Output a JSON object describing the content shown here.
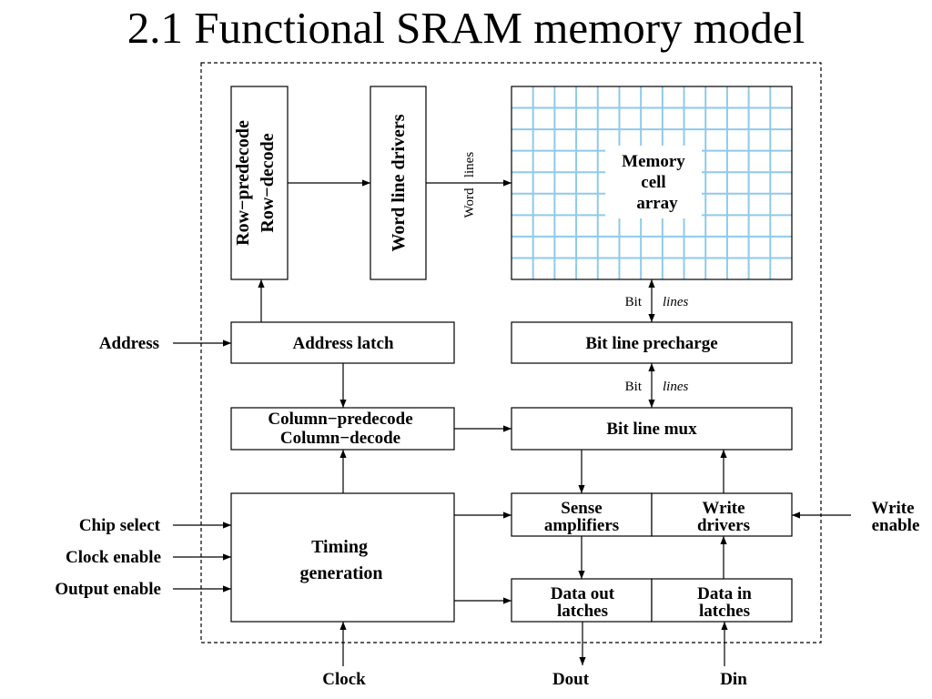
{
  "title": "2.1 Functional SRAM memory model",
  "blocks": {
    "row_decode": [
      "Row−predecode",
      "Row−decode"
    ],
    "word_line_drivers": "Word line drivers",
    "memory_array": [
      "Memory",
      "cell",
      "array"
    ],
    "address_latch": "Address latch",
    "bit_line_precharge": "Bit line precharge",
    "column_decode": [
      "Column−predecode",
      "Column−decode"
    ],
    "bit_line_mux": "Bit line mux",
    "timing": [
      "Timing",
      "generation"
    ],
    "sense_amplifiers": [
      "Sense",
      "amplifiers"
    ],
    "write_drivers": [
      "Write",
      "drivers"
    ],
    "data_out_latches": [
      "Data out",
      "latches"
    ],
    "data_in_latches": [
      "Data in",
      "latches"
    ]
  },
  "wire_labels": {
    "word_lines": [
      "Word",
      "lines"
    ],
    "bit_lines_1": [
      "Bit",
      "lines"
    ],
    "bit_lines_2": [
      "Bit",
      "lines"
    ]
  },
  "signals": {
    "address": "Address",
    "chip_select": "Chip select",
    "clock_enable": "Clock enable",
    "output_enable": "Output enable",
    "write_enable": [
      "Write",
      "enable"
    ],
    "clock": "Clock",
    "dout": "Dout",
    "din": "Din"
  },
  "colors": {
    "grid": "#8fcae8",
    "line": "#000000"
  }
}
